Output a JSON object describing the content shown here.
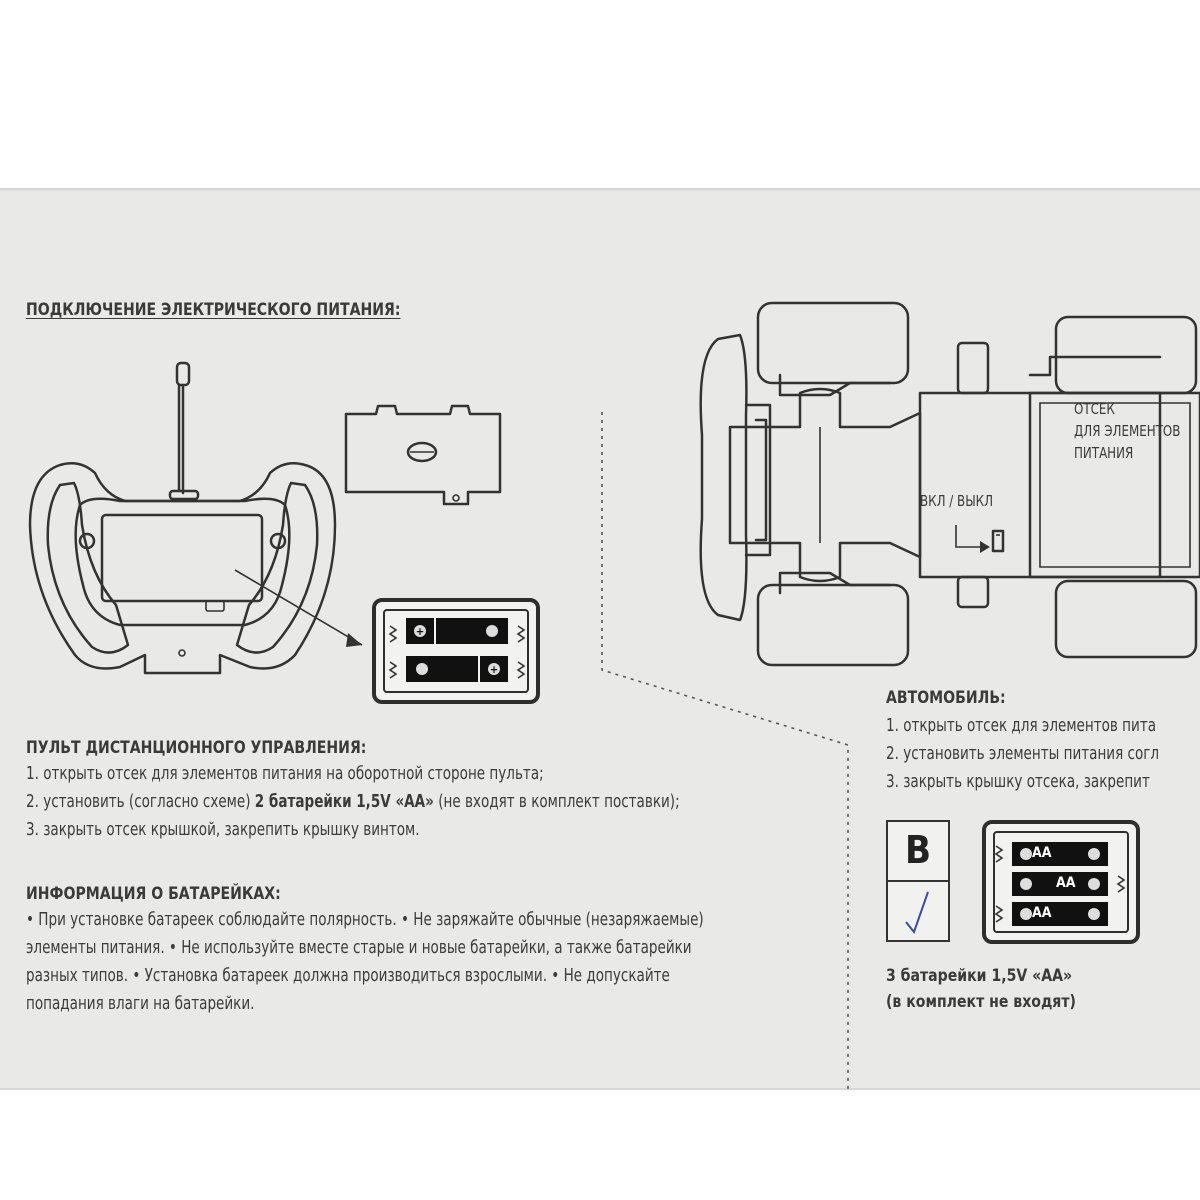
{
  "power_section": {
    "title": "ПОДКЛЮЧЕНИЕ ЭЛЕКТРИЧЕСКОГО ПИТАНИЯ:"
  },
  "car_diagram": {
    "compartment_label_lines": [
      "ОТСЕК",
      "ДЛЯ ЭЛЕМЕНТОВ",
      "ПИТАНИЯ"
    ],
    "switch_label": "ВКЛ / ВЫКЛ"
  },
  "remote_section": {
    "title": "ПУЛЬТ ДИСТАНЦИОННОГО УПРАВЛЕНИЯ:",
    "step1": "1. открыть отсек для элементов питания на оборотной стороне пульта;",
    "step2_prefix": "2. установить (согласно схеме) ",
    "step2_bold": "2 батарейки 1,5V «АА»",
    "step2_suffix": " (не входят в комплект поставки);",
    "step3": "3. закрыть отсек крышкой, закрепить крышку винтом."
  },
  "car_section": {
    "title": "АВТОМОБИЛЬ:",
    "step1": "1. открыть отсек для элементов пита",
    "step2": "2. установить элементы питания согл",
    "step3": "3. закрыть крышку отсека, закрепит"
  },
  "battery_box": {
    "letter": "B",
    "cell_label": "AA",
    "caption_line1": "3 батарейки 1,5V «АА»",
    "caption_line2": "(в комплект не входят)"
  },
  "info_section": {
    "title": "ИНФОРМАЦИЯ О БАТАРЕЙКАХ:",
    "line1": "• При установке батареек соблюдайте полярность. • Не заряжайте обычные (незаряжаемые)",
    "line2": "элементы питания.   • Не используйте вместе старые и новые батарейки, а также батарейки",
    "line3": "разных типов.   • Установка батареек должна производиться взрослыми.   • Не допускайте",
    "line4": "попадания влаги на батарейки."
  }
}
